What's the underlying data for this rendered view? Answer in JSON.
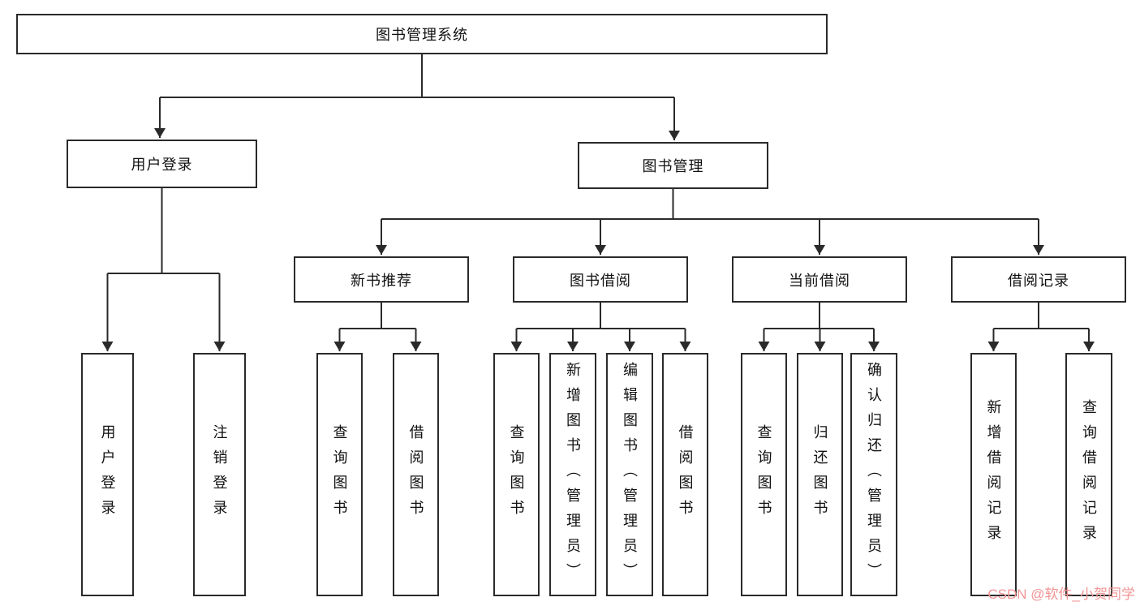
{
  "watermark": "CSDN @软件_小贺同学",
  "colors": {
    "line": "#2a2a2a",
    "box-border": "#2a2a2a",
    "watermark": "#f29595"
  },
  "tree": {
    "root": "图书管理系统",
    "user_login": {
      "label": "用户登录",
      "children": [
        "用户登录",
        "注销登录"
      ]
    },
    "book_management": {
      "label": "图书管理",
      "sections": {
        "new_book_recommend": {
          "label": "新书推荐",
          "children": [
            "查询图书",
            "借阅图书"
          ]
        },
        "book_borrow": {
          "label": "图书借阅",
          "children": [
            "查询图书",
            "新增图书（管理员）",
            "编辑图书（管理员）",
            "借阅图书"
          ]
        },
        "current_borrow": {
          "label": "当前借阅",
          "children": [
            "查询图书",
            "归还图书",
            "确认归还（管理员）"
          ]
        },
        "borrow_record": {
          "label": "借阅记录",
          "children": [
            "新增借阅记录",
            "查询借阅记录"
          ]
        }
      }
    }
  }
}
